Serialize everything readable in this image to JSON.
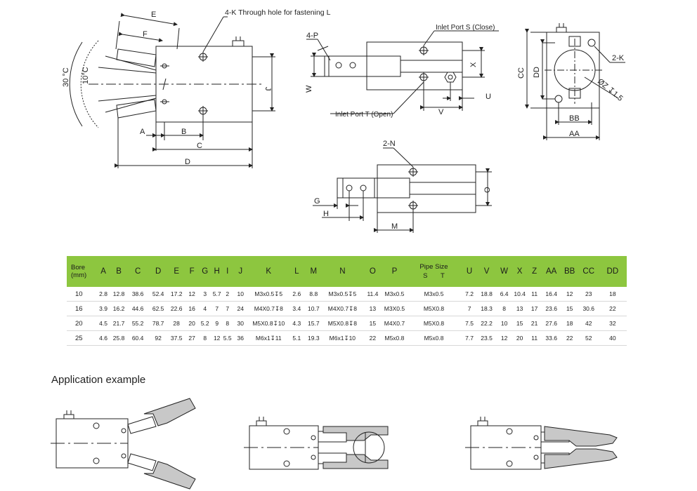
{
  "drawing_labels": {
    "e": "E",
    "f": "F",
    "angle_outer": "30 °C",
    "angle_inner": "10°C",
    "a": "A",
    "b": "B",
    "c": "C",
    "d": "D",
    "j": "J",
    "through_hole": "4-K Through hole for fastening L",
    "p4": "4-P",
    "w": "W",
    "x": "X",
    "u": "U",
    "v": "V",
    "inlet_s": "Inlet Port S (Close)",
    "inlet_t": "Inlet Port T (Open)",
    "k2": "2-K",
    "cc": "CC",
    "dd": "DD",
    "bb": "BB",
    "aa": "AA",
    "z": "ØZ ↧1.5",
    "n2": "2-N",
    "o": "O",
    "g": "G",
    "h": "H",
    "m": "M"
  },
  "table": {
    "bore_header_line1": "Bore",
    "bore_header_line2": "(mm)",
    "columns": [
      "A",
      "B",
      "C",
      "D",
      "E",
      "F",
      "G",
      "H",
      "I",
      "J",
      "K",
      "L",
      "M",
      "N",
      "O",
      "P"
    ],
    "pipe_size_label": "Pipe Size",
    "pipe_sub": [
      "S",
      "T"
    ],
    "columns_after": [
      "U",
      "V",
      "W",
      "X",
      "Z",
      "AA",
      "BB",
      "CC",
      "DD"
    ],
    "rows": [
      {
        "bore": "10",
        "values": [
          "2.8",
          "12.8",
          "38.6",
          "52.4",
          "17.2",
          "12",
          "3",
          "5.7",
          "2",
          "10",
          "M3x0.5↧5",
          "2.6",
          "8.8",
          "M3x0.5↧5",
          "11.4",
          "M3x0.5"
        ],
        "pipe": "M3x0.5",
        "after": [
          "7.2",
          "18.8",
          "6.4",
          "10.4",
          "11",
          "16.4",
          "12",
          "23",
          "18"
        ]
      },
      {
        "bore": "16",
        "values": [
          "3.9",
          "16.2",
          "44.6",
          "62.5",
          "22.6",
          "16",
          "4",
          "7",
          "7",
          "24",
          "M4X0.7↧8",
          "3.4",
          "10.7",
          "M4X0.7↧8",
          "13",
          "M3X0.5"
        ],
        "pipe": "M5X0.8",
        "after": [
          "7",
          "18.3",
          "8",
          "13",
          "17",
          "23.6",
          "15",
          "30.6",
          "22"
        ]
      },
      {
        "bore": "20",
        "values": [
          "4.5",
          "21.7",
          "55.2",
          "78.7",
          "28",
          "20",
          "5.2",
          "9",
          "8",
          "30",
          "M5X0.8↧10",
          "4.3",
          "15.7",
          "M5X0.8↧8",
          "15",
          "M4X0.7"
        ],
        "pipe": "M5X0.8",
        "after": [
          "7.5",
          "22.2",
          "10",
          "15",
          "21",
          "27.6",
          "18",
          "42",
          "32"
        ]
      },
      {
        "bore": "25",
        "values": [
          "4.6",
          "25.8",
          "60.4",
          "92",
          "37.5",
          "27",
          "8",
          "12",
          "5.5",
          "36",
          "M6x1↧11",
          "5.1",
          "19.3",
          "M6x1↧10",
          "22",
          "M5x0.8"
        ],
        "pipe": "M5x0.8",
        "after": [
          "7.7",
          "23.5",
          "12",
          "20",
          "11",
          "33.6",
          "22",
          "52",
          "40"
        ]
      }
    ]
  },
  "application_title": "Application example"
}
